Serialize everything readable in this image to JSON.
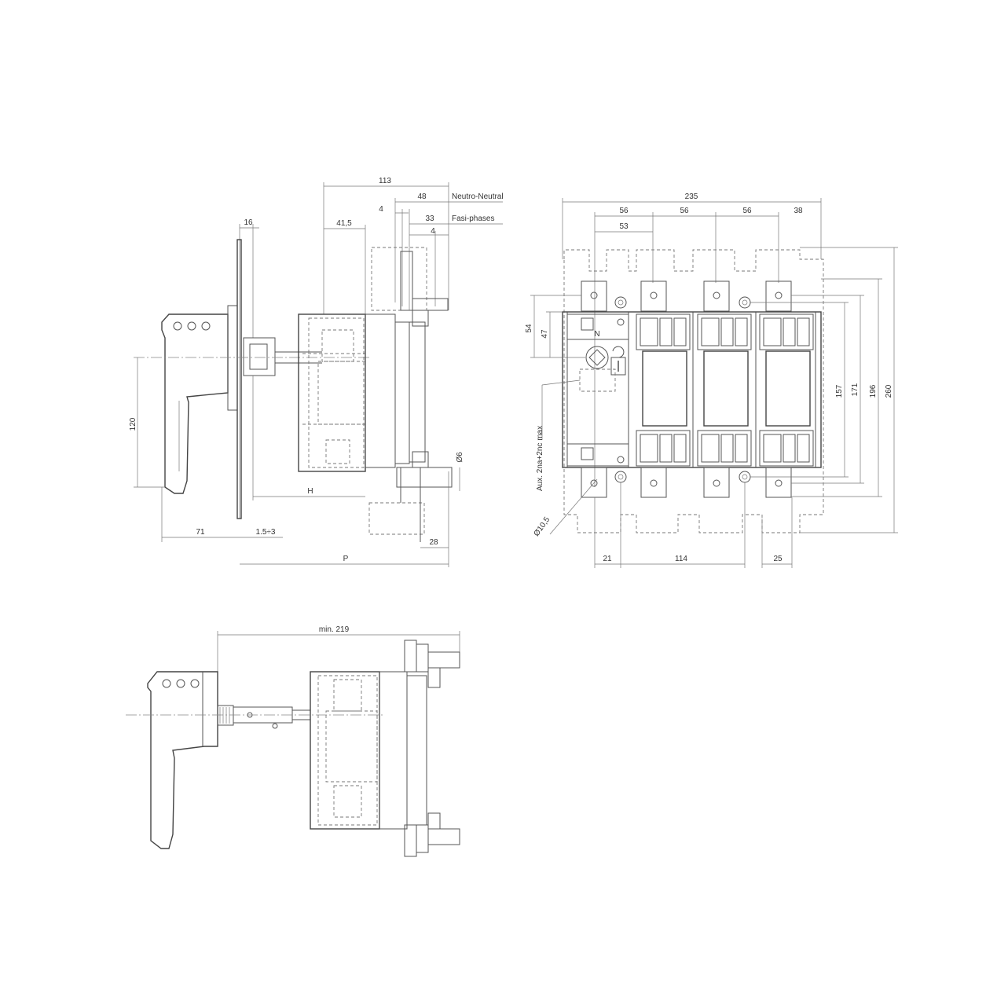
{
  "side_view": {
    "dims": {
      "d113": "113",
      "d48": "48",
      "d4a": "4",
      "d33": "33",
      "d4b": "4",
      "d16": "16",
      "d41_5": "41,5",
      "d120": "120",
      "dH": "H",
      "d6": "Ø6",
      "d71": "71",
      "d1_5": "1.5÷3",
      "d28": "28",
      "dP": "P"
    },
    "labels": {
      "neutral": "Neutro-Neutral",
      "phases": "Fasi-phases"
    }
  },
  "front_view": {
    "dims": {
      "d235": "235",
      "d56a": "56",
      "d56b": "56",
      "d56c": "56",
      "d38": "38",
      "d53": "53",
      "d54": "54",
      "d47": "47",
      "d157": "157",
      "d171": "171",
      "d196": "196",
      "d260": "260",
      "d21": "21",
      "d114": "114",
      "d25": "25",
      "d10_5": "Ø10,5"
    },
    "labels": {
      "neutral_pole": "N",
      "aux": "Aux. 2na+2nc max"
    }
  },
  "bottom_view": {
    "dims": {
      "min219": "min. 219"
    }
  }
}
